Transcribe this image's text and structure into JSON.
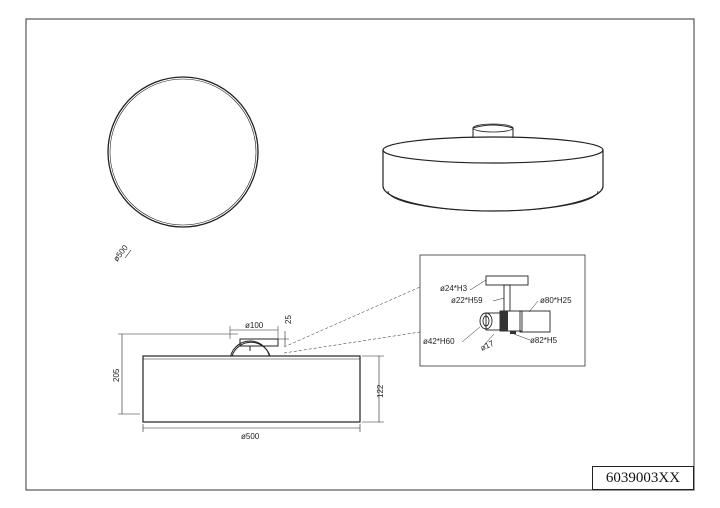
{
  "product_code": "6039003XX",
  "top_view": {
    "diameter_label": "ø500"
  },
  "front_view": {
    "width_label": "ø500",
    "total_height_label": "205",
    "shade_height_label": "122",
    "canopy_diameter_label": "ø100",
    "canopy_height_label": "25"
  },
  "detail_view": {
    "labels": {
      "canopy": "ø24*H3",
      "rod": "ø22*H59",
      "bulb_cap": "ø80*H25",
      "holder": "ø42*H60",
      "socket": "ø17",
      "bulb": "ø82*H5"
    }
  }
}
